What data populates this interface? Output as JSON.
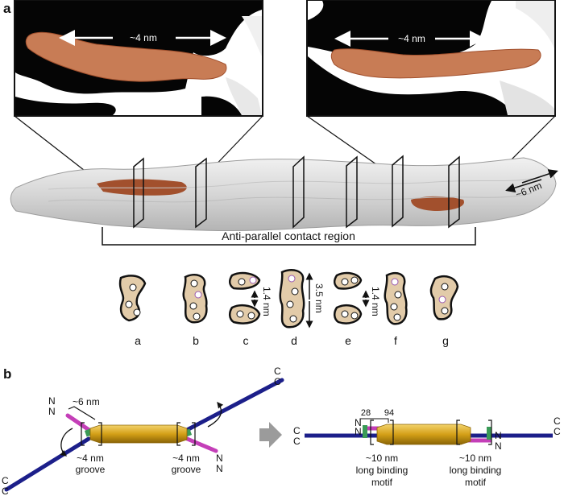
{
  "panel_a": {
    "label": "a",
    "inset_left_measure": "~4 nm",
    "inset_right_measure": "~4 nm",
    "fibril_measure": "~6 nm",
    "contact_region": "Anti-parallel contact region",
    "section_measure_small_1": "1.4 nm",
    "section_measure_large": "3.5 nm",
    "section_measure_small_2": "1.4 nm",
    "sections": [
      "a",
      "b",
      "c",
      "d",
      "e",
      "f",
      "g"
    ]
  },
  "panel_b": {
    "label": "b",
    "left": {
      "n1": "N",
      "n2": "N",
      "c1": "C",
      "c2": "C",
      "n3": "N",
      "n4": "N",
      "c3": "C",
      "c4": "C",
      "top_measure": "~6 nm",
      "groove1_line1": "~4 nm",
      "groove1_line2": "groove",
      "groove2_line1": "~4 nm",
      "groove2_line2": "groove"
    },
    "right": {
      "res_left": "28",
      "res_right": "94",
      "n_left_1": "N",
      "n_left_2": "N",
      "c_left_1": "C",
      "c_left_2": "C",
      "c_right_1": "C",
      "c_right_2": "C",
      "n_right_1": "N",
      "n_right_2": "N",
      "motif1_line1": "~10 nm",
      "motif1_line2": "long binding",
      "motif1_line3": "motif",
      "motif2_line1": "~10 nm",
      "motif2_line2": "long binding",
      "motif2_line3": "motif"
    }
  },
  "colors": {
    "black_surface": "#050505",
    "copper": "#c87c55",
    "copper_dark": "#a2502d",
    "fibril_gray": "#d9d9d9",
    "gold": "#d4a017",
    "navy": "#1c1f8a",
    "magenta": "#c43fb8",
    "green": "#3a9b57",
    "arrow_gray": "#9b9b9b"
  }
}
